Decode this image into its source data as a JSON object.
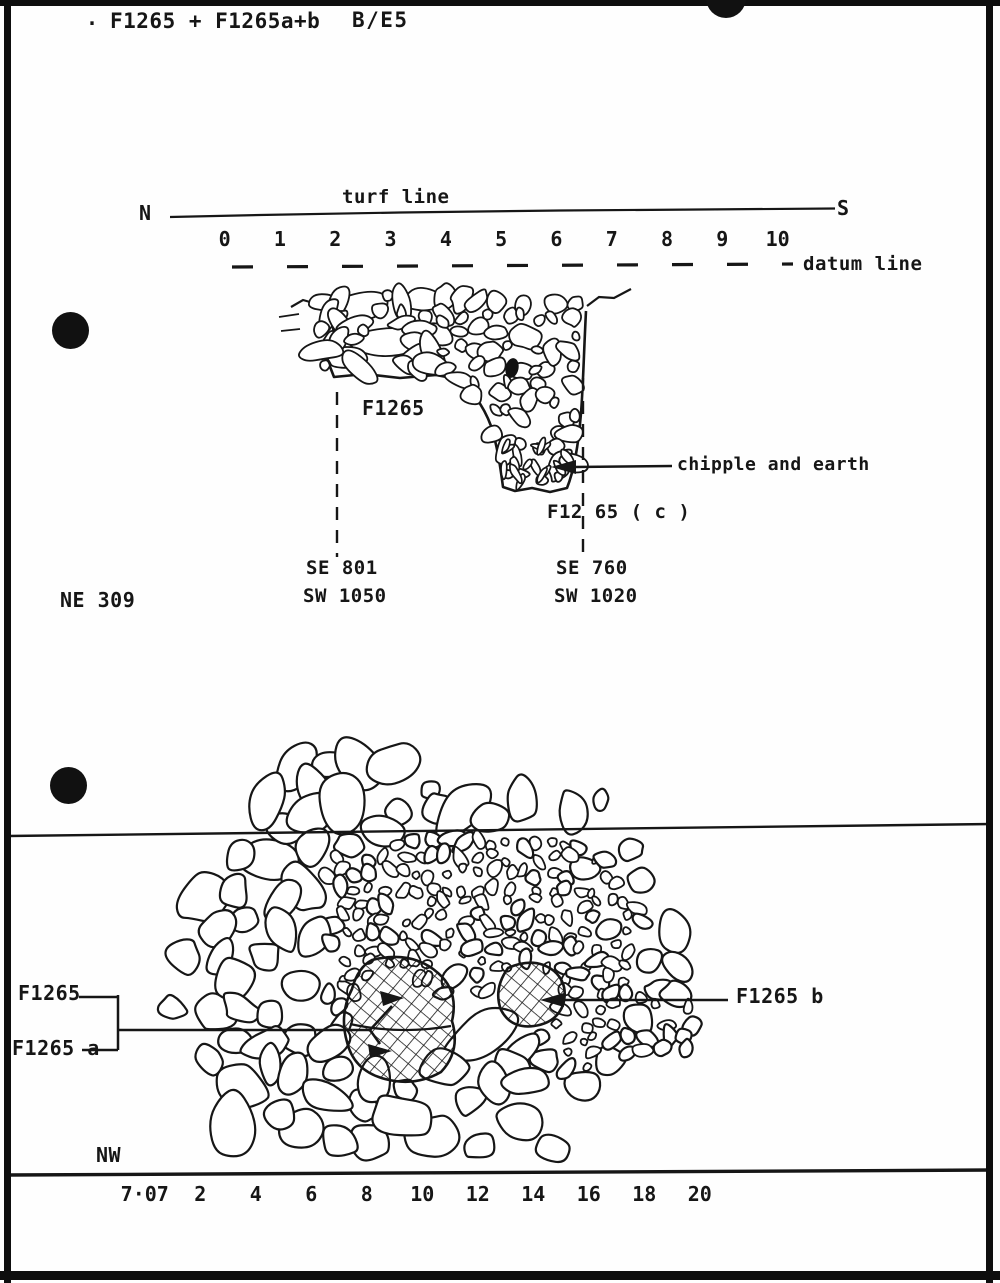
{
  "page": {
    "title_dot": ".",
    "title": "F1265 + F1265a+b",
    "title_ref": "B/E5"
  },
  "section": {
    "turf_line_label": "turf line",
    "north_label": "N",
    "south_label": "S",
    "datum_line_label": "datum line",
    "scale_ticks": [
      "0",
      "1",
      "2",
      "3",
      "4",
      "5",
      "6",
      "7",
      "8",
      "9",
      "10"
    ],
    "feature_label": "F1265",
    "feature_c_label": "F12 65 ( c )",
    "chipple_label": "chipple and earth",
    "coord_left_line1": "SE 801",
    "coord_left_line2": "SW 1050",
    "coord_right_line1": "SE 760",
    "coord_right_line2": "SW 1020",
    "grid_ref": "NE 309"
  },
  "plan": {
    "nw_label": "NW",
    "scale_ticks": [
      "7·07",
      "2",
      "4",
      "6",
      "8",
      "10",
      "12",
      "14",
      "16",
      "18",
      "20"
    ],
    "label_f1265": "F1265",
    "label_f1265a": "F1265 a",
    "label_f1265b": "F1265 b"
  }
}
